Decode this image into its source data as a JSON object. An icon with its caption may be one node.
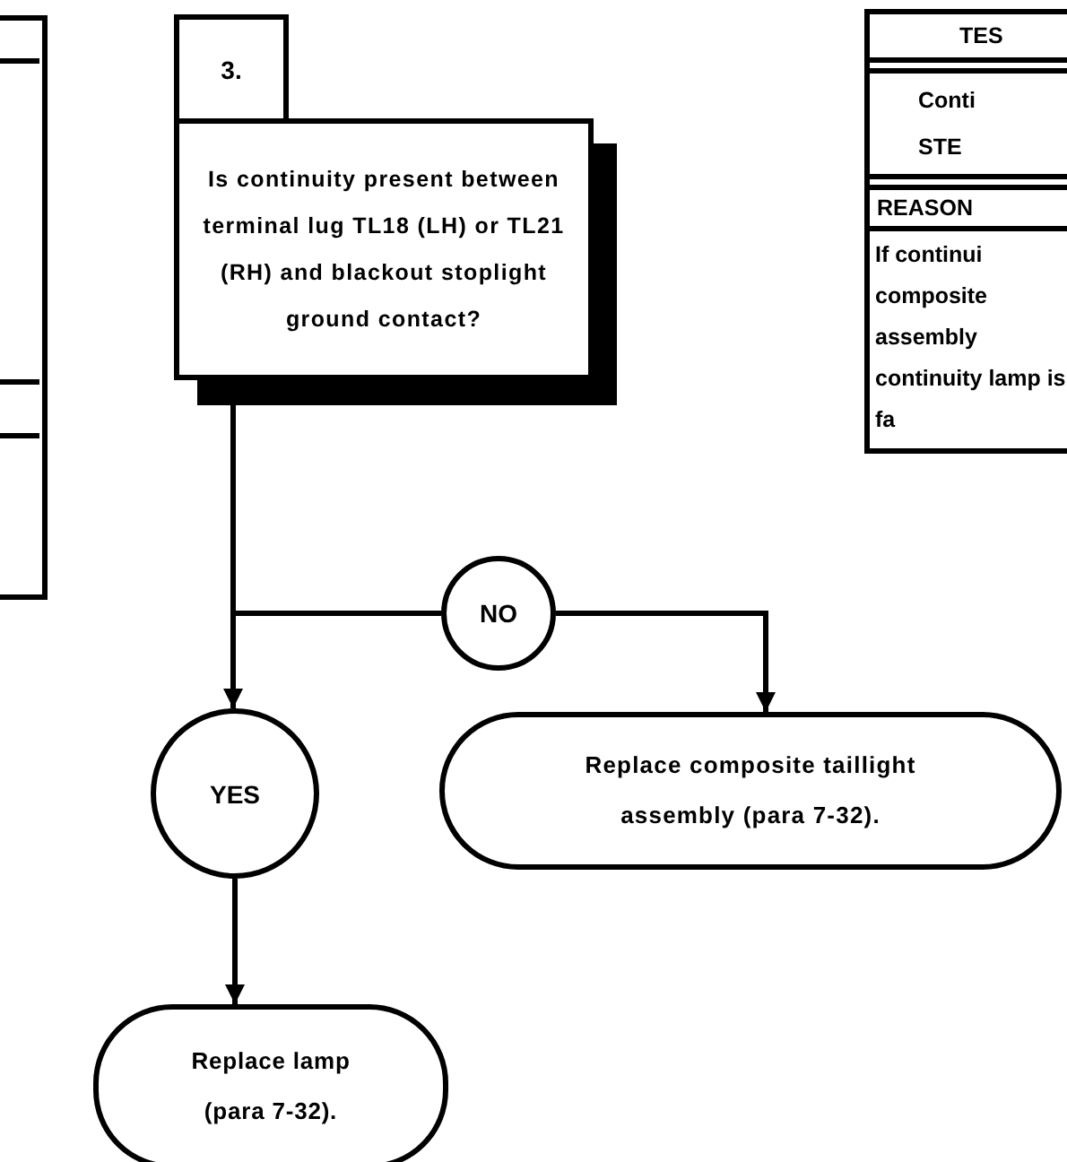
{
  "diagram": {
    "nodes": [
      {
        "text": [
          "3."
        ]
      },
      {
        "text": [
          "Is continuity present between terminal lug TL18 (LH) or TL21 (RH) and blackout stoplight ground contact?"
        ]
      },
      {
        "text": [
          "NO"
        ]
      },
      {
        "text": [
          "YES"
        ]
      },
      {
        "text": [
          "Replace composite taillight assembly (para 7-32)."
        ]
      },
      {
        "text": [
          "Replace lamp (para 7-32)."
        ]
      }
    ],
    "edges": [
      {
        "from": 1,
        "to": 3,
        "arrow": "to"
      },
      {
        "from": 1,
        "to": 2,
        "arrow": "none"
      },
      {
        "from": 2,
        "to": 4,
        "arrow": "to"
      },
      {
        "from": 3,
        "to": 5,
        "arrow": "to"
      }
    ],
    "labels": [
      "TES",
      "Conti STE",
      "REASON",
      "If continui composite assembly continuity lamp is fa"
    ]
  }
}
